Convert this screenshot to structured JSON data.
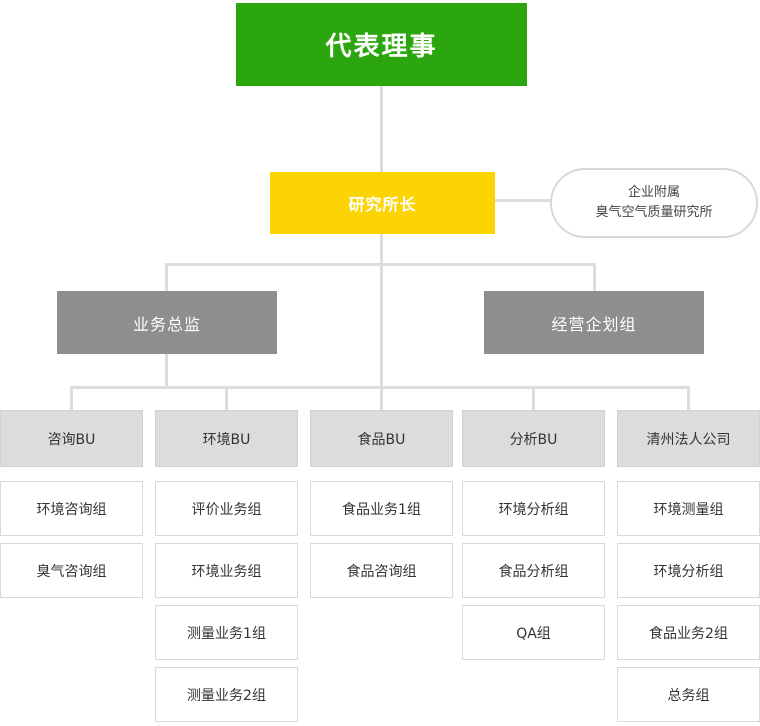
{
  "org_chart": {
    "root": {
      "label": "代表理事"
    },
    "director": {
      "label": "研究所长"
    },
    "affiliate": {
      "line1": "企业附属",
      "line2": "臭气空气质量研究所"
    },
    "managers": [
      {
        "label": "业务总监"
      },
      {
        "label": "经营企划组"
      }
    ],
    "divisions": [
      {
        "label": "咨询BU",
        "teams": [
          "环境咨询组",
          "臭气咨询组"
        ]
      },
      {
        "label": "环境BU",
        "teams": [
          "评价业务组",
          "环境业务组",
          "测量业务1组",
          "测量业务2组"
        ]
      },
      {
        "label": "食品BU",
        "teams": [
          "食品业务1组",
          "食品咨询组"
        ]
      },
      {
        "label": "分析BU",
        "teams": [
          "环境分析组",
          "食品分析组",
          "QA组"
        ]
      },
      {
        "label": "清州法人公司",
        "teams": [
          "环境测量组",
          "环境分析组",
          "食品业务2组",
          "总务组"
        ]
      }
    ],
    "colors": {
      "root_bg": "#2ba60e",
      "director_bg": "#fcd303",
      "manager_bg": "#8e8e8e",
      "division_header_bg": "#dcdcdc",
      "connector": "#dcdcdc",
      "team_border": "#d9d9d9",
      "text_light": "#ffffff",
      "text_dark": "#333333"
    }
  }
}
